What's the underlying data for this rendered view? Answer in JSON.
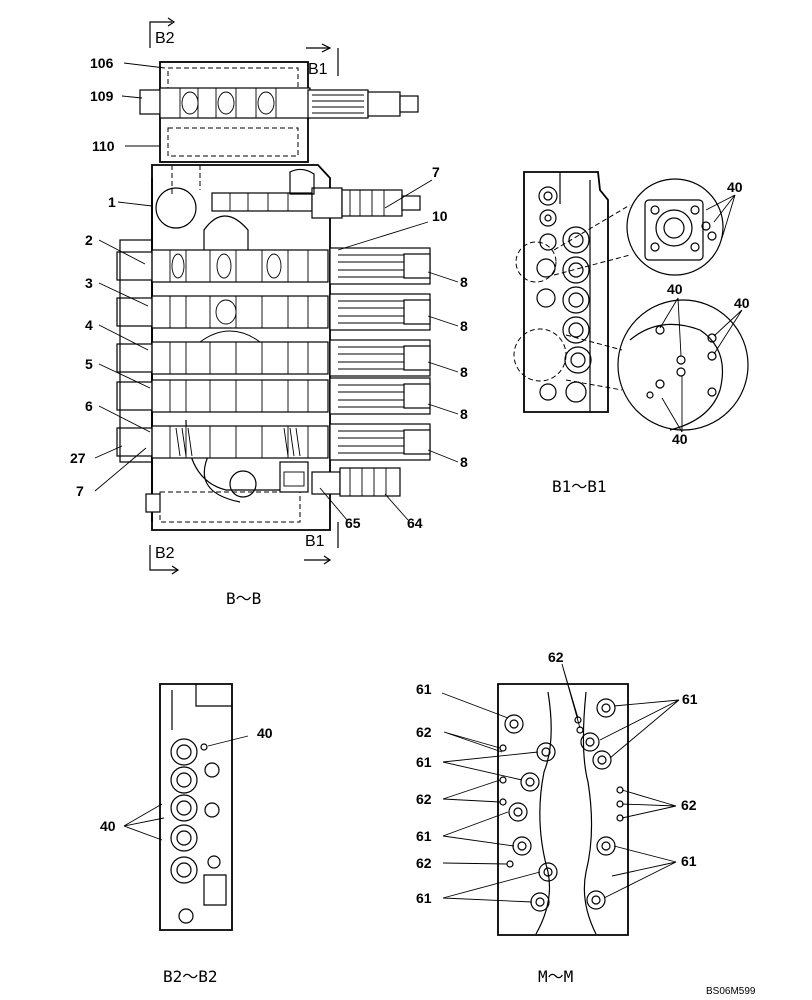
{
  "section_marks": {
    "b2_top": "B2",
    "b1_top": "B1",
    "b2_bottom": "B2",
    "b1_bottom": "B1"
  },
  "captions": {
    "bb": "B～B",
    "b1b1": "B1～B1",
    "b2b2": "B2～B2",
    "mm": "M～M"
  },
  "reference": "BS06M599",
  "callouts": {
    "main": [
      "106",
      "109",
      "110",
      "1",
      "2",
      "3",
      "4",
      "5",
      "6",
      "27",
      "7",
      "7",
      "10",
      "8",
      "8",
      "8",
      "8",
      "8",
      "65",
      "64"
    ],
    "b1": [
      "40",
      "40",
      "40",
      "40"
    ],
    "b2": [
      "40",
      "40"
    ],
    "m": [
      "62",
      "61",
      "62",
      "61",
      "62",
      "61",
      "62",
      "61",
      "61",
      "62",
      "61"
    ]
  }
}
